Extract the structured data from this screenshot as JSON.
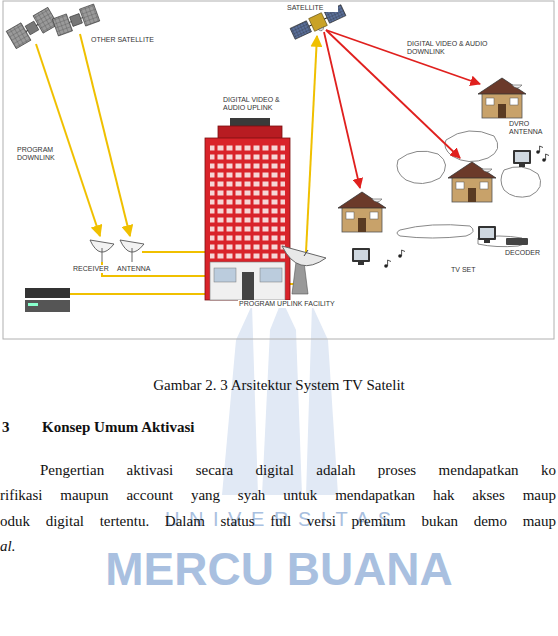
{
  "diagram": {
    "caption": "Gambar 2. 3 Arsitektur System TV Satelit",
    "labels": [
      "SATELLITE",
      "OTHER SATELLITE",
      "PROGRAM DOWNLINK",
      "DIGITAL VIDEO & AUDIO UPLINK",
      "DIGITAL VIDEO & AUDIO DOWNLINK",
      "DVRO ANTENNA",
      "DECODER",
      "TV SET",
      "RECEIVER",
      "ANTENNA",
      "PROGRAM UPLINK FACILITY",
      "3",
      "Konsep Umum Aktivasi",
      "Pengertian aktivasi secara digital adalah proses mendapatkan ko",
      "rifikasi maupun account yang syah untuk mendapatkan hak akses maup",
      "oduk digital tertentu. Dalam status full versi premium bukan demo maup",
      "al.",
      "U N I V E R S I T A S",
      "MERCU BUANA"
    ]
  }
}
